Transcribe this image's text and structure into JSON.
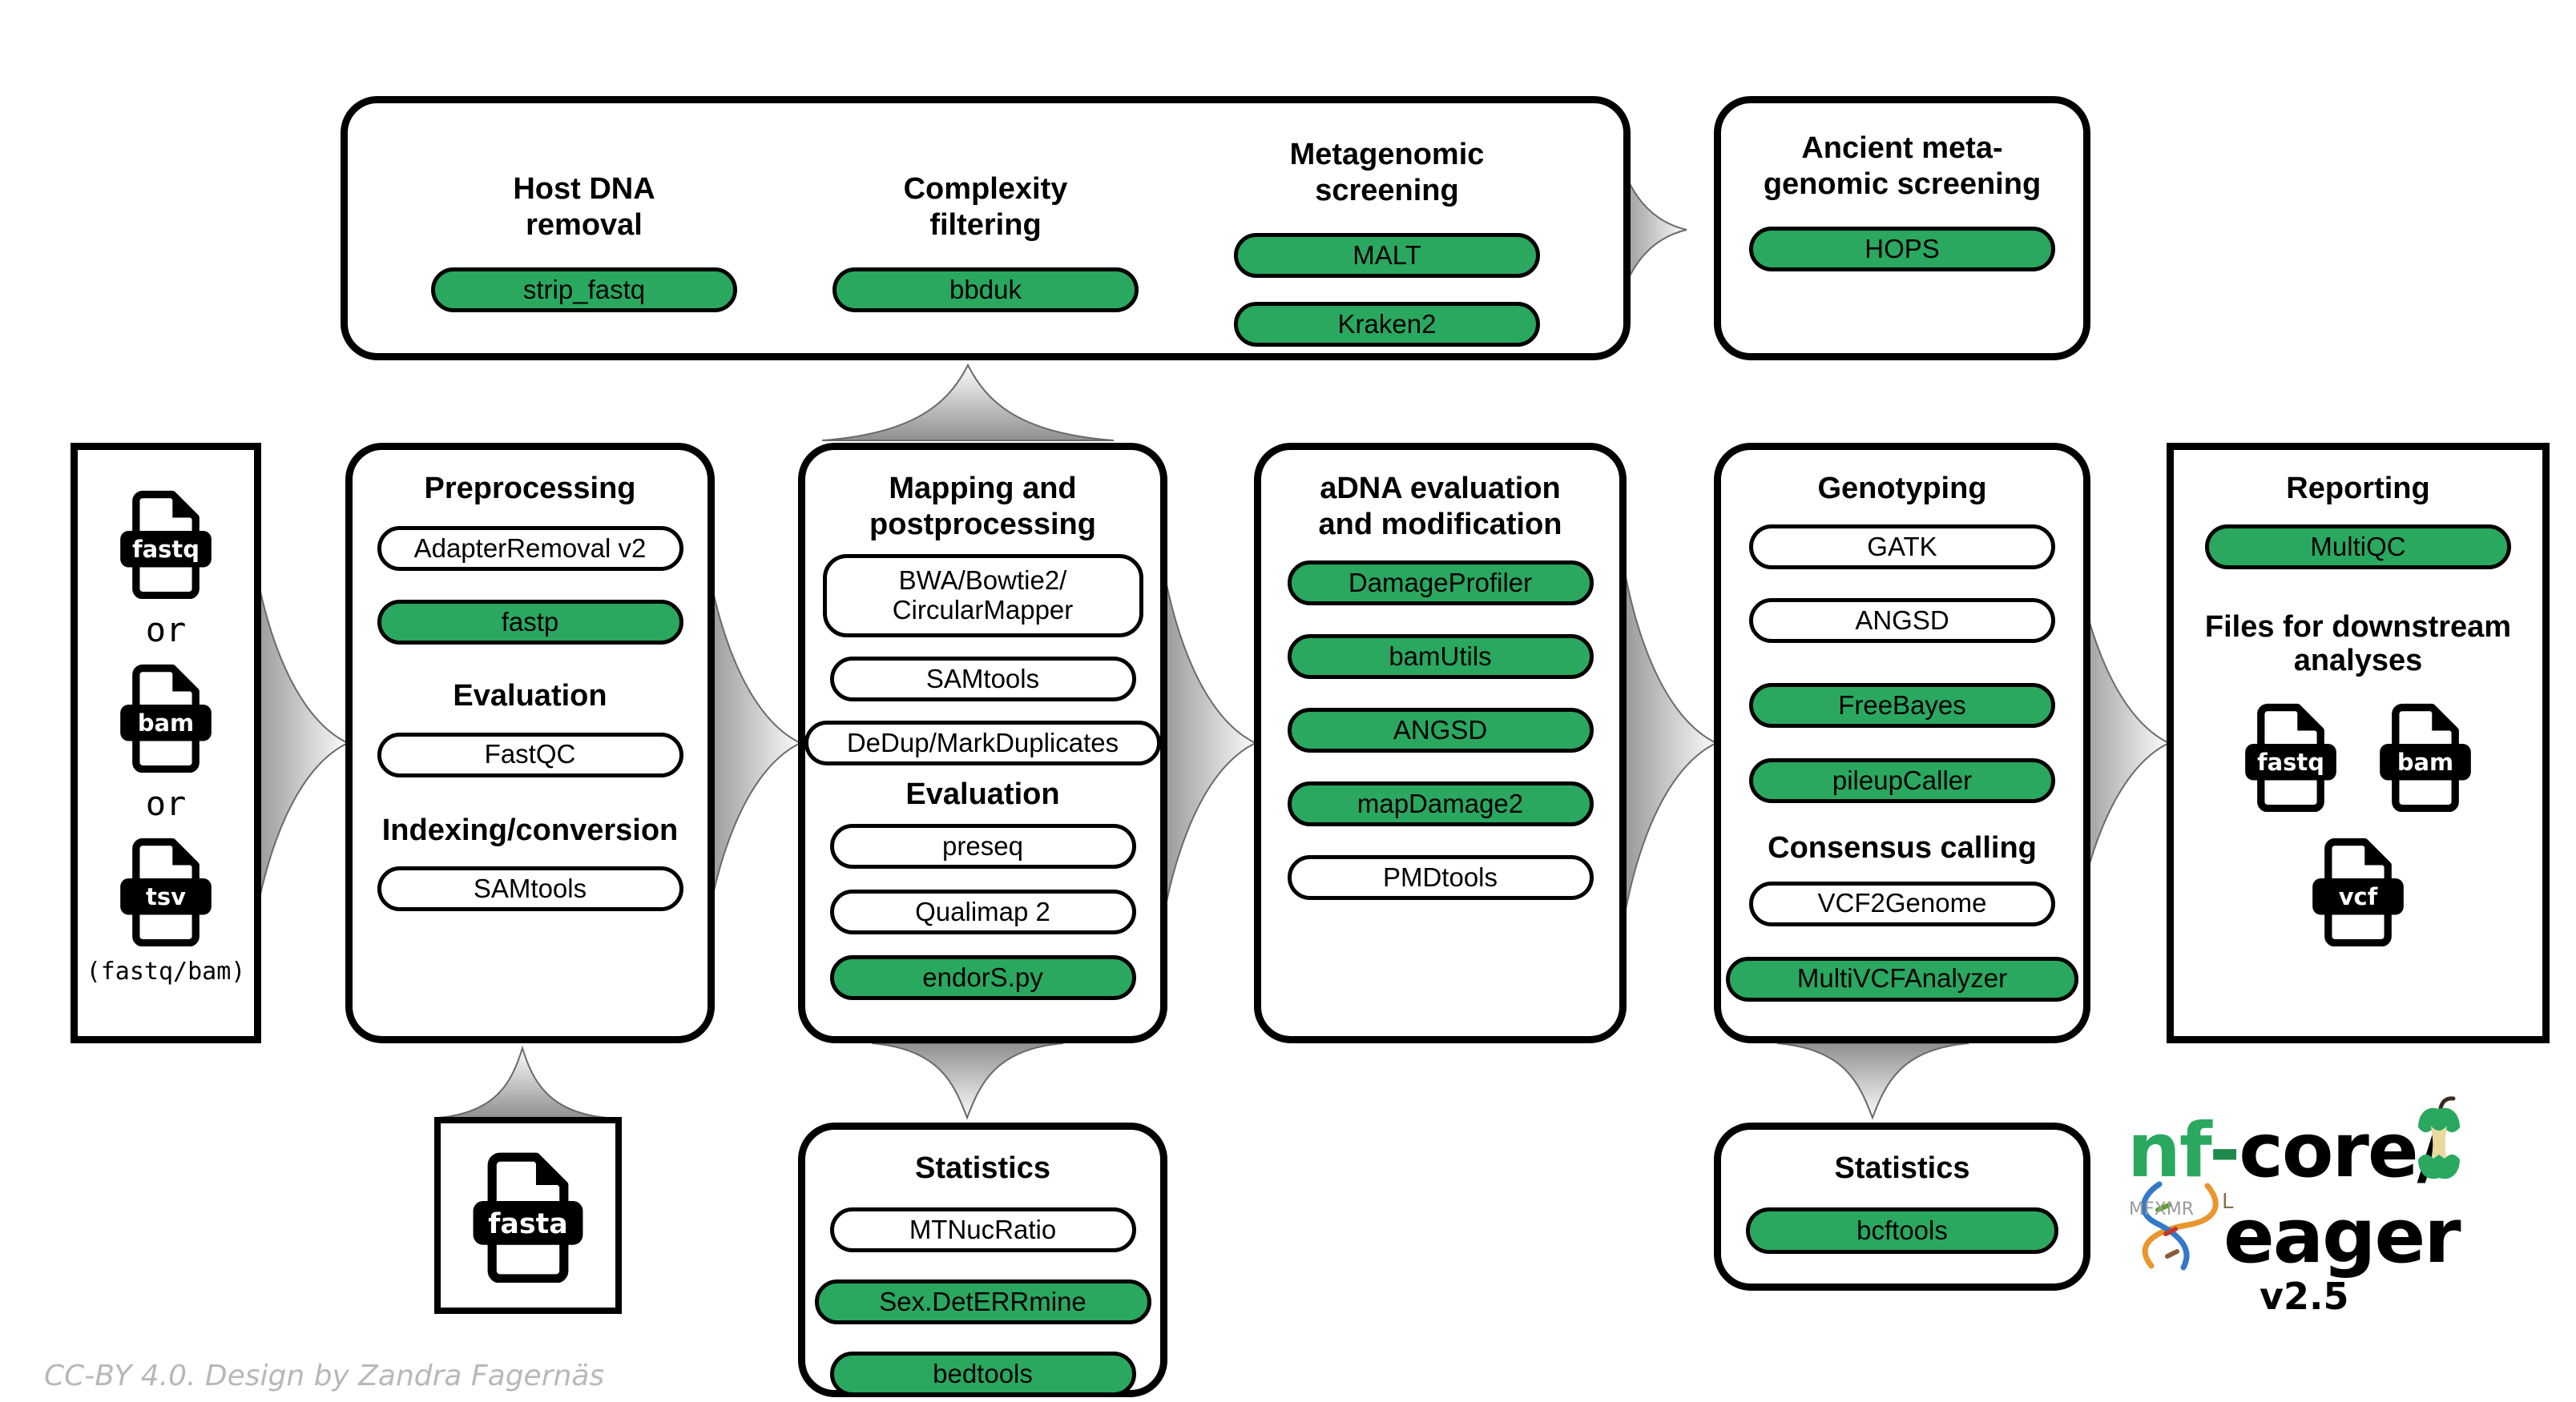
{
  "colors": {
    "green": "#2aa860",
    "arrow_gray": "#9a9a9a"
  },
  "icons": {
    "file_badge": "file-badge-icon",
    "logo_apple": "apple-core-icon",
    "logo_helix": "dna-helix-icon"
  },
  "screening": {
    "host_t1": "Host DNA",
    "host_t2": "removal",
    "host_pill": "strip_fastq",
    "cx_t1": "Complexity",
    "cx_t2": "filtering",
    "cx_pill": "bbduk",
    "mg_t1": "Metagenomic",
    "mg_t2": "screening",
    "mg_pill1": "MALT",
    "mg_pill2": "Kraken2"
  },
  "ancient": {
    "t1": "Ancient meta-",
    "t2": "genomic screening",
    "pill": "HOPS"
  },
  "input": {
    "file1": "fastq",
    "or1": "or",
    "file2": "bam",
    "or2": "or",
    "file3": "tsv",
    "caption": "(fastq/bam)"
  },
  "preprocessing": {
    "title": "Preprocessing",
    "pill_adapter": "AdapterRemoval v2",
    "pill_fastp": "fastp",
    "sub_eval": "Evaluation",
    "pill_fastqc": "FastQC",
    "sub_index": "Indexing/conversion",
    "pill_samtools": "SAMtools"
  },
  "fasta": {
    "label": "fasta"
  },
  "mapping": {
    "t1": "Mapping and",
    "t2": "postprocessing",
    "pill_bwa_1": "BWA/Bowtie2/",
    "pill_bwa_2": "CircularMapper",
    "pill_samtools": "SAMtools",
    "pill_dedup": "DeDup/MarkDuplicates",
    "sub_eval": "Evaluation",
    "pill_preseq": "preseq",
    "pill_qualimap": "Qualimap 2",
    "pill_endors": "endorS.py"
  },
  "stats_mapping": {
    "title": "Statistics",
    "pill_mtnuc": "MTNucRatio",
    "pill_sex": "Sex.DetERRmine",
    "pill_bedtools": "bedtools"
  },
  "adna": {
    "t1": "aDNA evaluation",
    "t2": "and modification",
    "pill_damage": "DamageProfiler",
    "pill_bamutils": "bamUtils",
    "pill_angsd": "ANGSD",
    "pill_mapdamage": "mapDamage2",
    "pill_pmd": "PMDtools"
  },
  "genotyping": {
    "title": "Genotyping",
    "pill_gatk": "GATK",
    "pill_angsd": "ANGSD",
    "pill_freebayes": "FreeBayes",
    "pill_pileup": "pileupCaller",
    "sub_consensus": "Consensus calling",
    "pill_vcf2": "VCF2Genome",
    "pill_multivcf": "MultiVCFAnalyzer"
  },
  "stats_genotyping": {
    "title": "Statistics",
    "pill_bcftools": "bcftools"
  },
  "reporting": {
    "title": "Reporting",
    "pill_multiqc": "MultiQC",
    "sub1": "Files for downstream",
    "sub2": "analyses",
    "file1": "fastq",
    "file2": "bam",
    "file3": "vcf"
  },
  "logo": {
    "nf": "nf",
    "hyphen": "-",
    "core": "core/",
    "eager": "eager",
    "version": "v2.5",
    "runes": "MFXMR",
    "rune_r": "L"
  },
  "footer": {
    "credit": "CC-BY 4.0. Design by Zandra Fagernäs"
  }
}
